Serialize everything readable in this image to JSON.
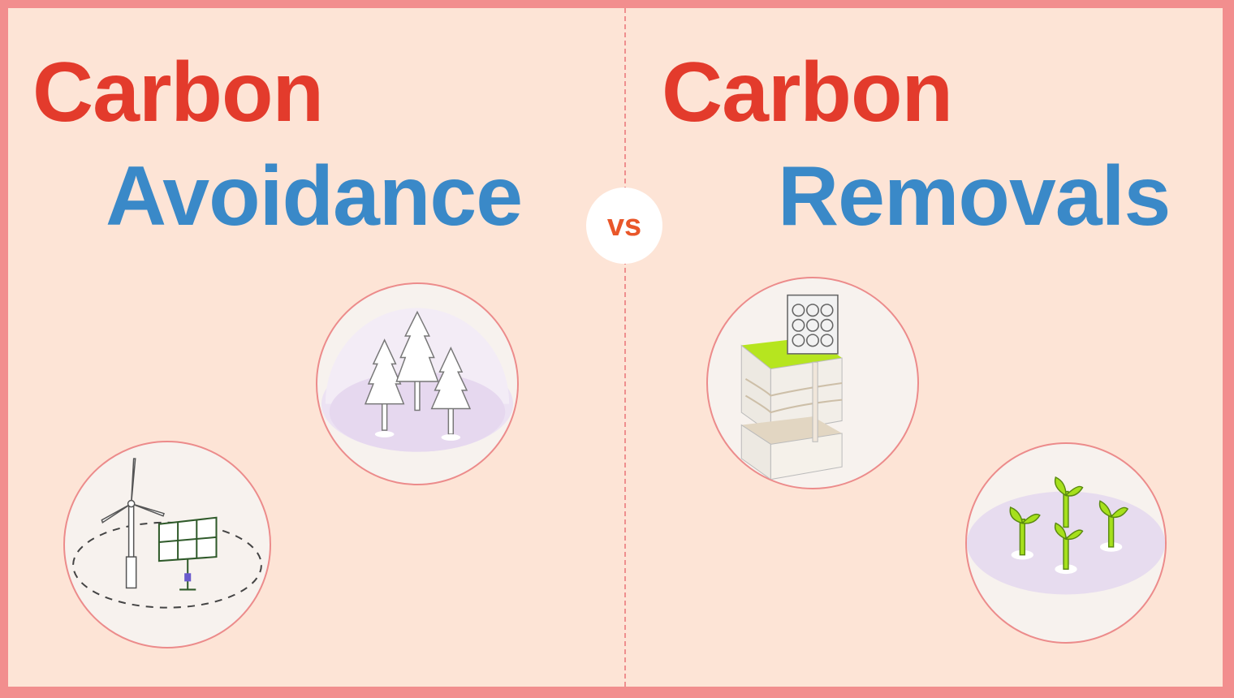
{
  "left": {
    "title_line1": "Carbon",
    "title_line2": "Avoidance",
    "illustrations": [
      "trees-dome-icon",
      "wind-turbine-solar-panel-icon"
    ]
  },
  "right": {
    "title_line1": "Carbon",
    "title_line2": "Removals",
    "illustrations": [
      "underground-storage-icon",
      "sprouting-plants-icon"
    ]
  },
  "vs_label": "vs",
  "colors": {
    "border": "#f28e8e",
    "background": "#fde4d6",
    "title_red": "#e33b2c",
    "title_blue": "#3a89c8",
    "vs_text": "#e9572a"
  }
}
